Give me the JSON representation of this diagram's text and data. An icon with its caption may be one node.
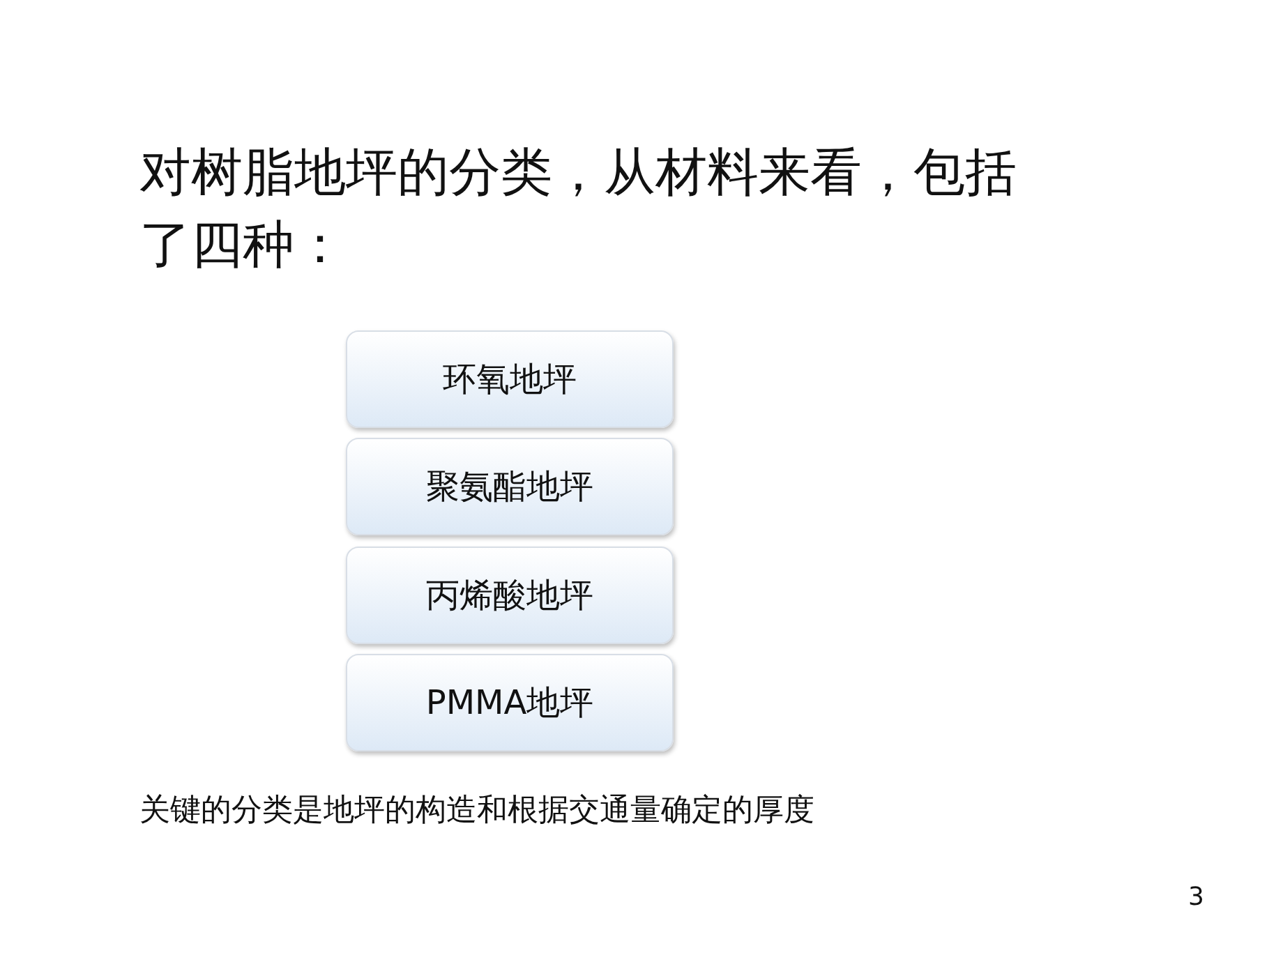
{
  "diagram": {
    "title": "对树脂地坪的分类，从材料来看，包括了四种：",
    "nodes": [
      {
        "text": [
          "环氧地坪"
        ]
      },
      {
        "text": [
          "聚氨酯地坪"
        ]
      },
      {
        "text": [
          "丙烯酸地坪"
        ]
      },
      {
        "text": [
          "PMMA地坪"
        ]
      }
    ],
    "labels": [
      "关键的分类是地坪的构造和根据交通量确定的厚度",
      "3"
    ]
  }
}
